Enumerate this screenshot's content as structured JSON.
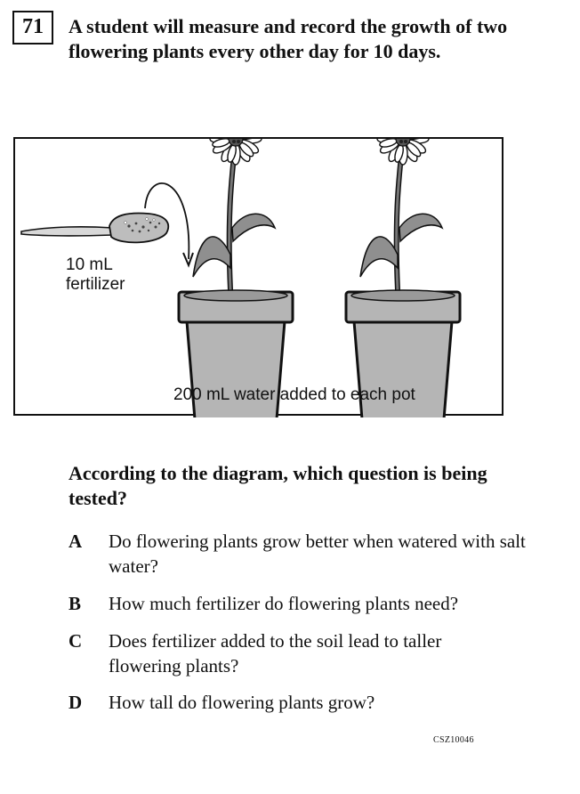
{
  "question": {
    "number": "71",
    "stem": "A student will measure and record the growth of two flowering plants every other day for 10 days."
  },
  "diagram": {
    "fertilizer_label": "10 mL fertilizer",
    "water_label": "200 mL water added to each pot"
  },
  "prompt": "According to the diagram, which question is being tested?",
  "choices": [
    {
      "letter": "A",
      "text": "Do flowering plants grow better when watered with salt water?"
    },
    {
      "letter": "B",
      "text": "How much fertilizer do flowering plants need?"
    },
    {
      "letter": "C",
      "text": "Does fertilizer added to the soil lead to taller flowering plants?"
    },
    {
      "letter": "D",
      "text": "How tall do flowering plants grow?"
    }
  ],
  "item_code": "CSZ10046",
  "colors": {
    "pot": "#b5b5b5",
    "leaf": "#8f8f8f",
    "ink": "#111111"
  }
}
